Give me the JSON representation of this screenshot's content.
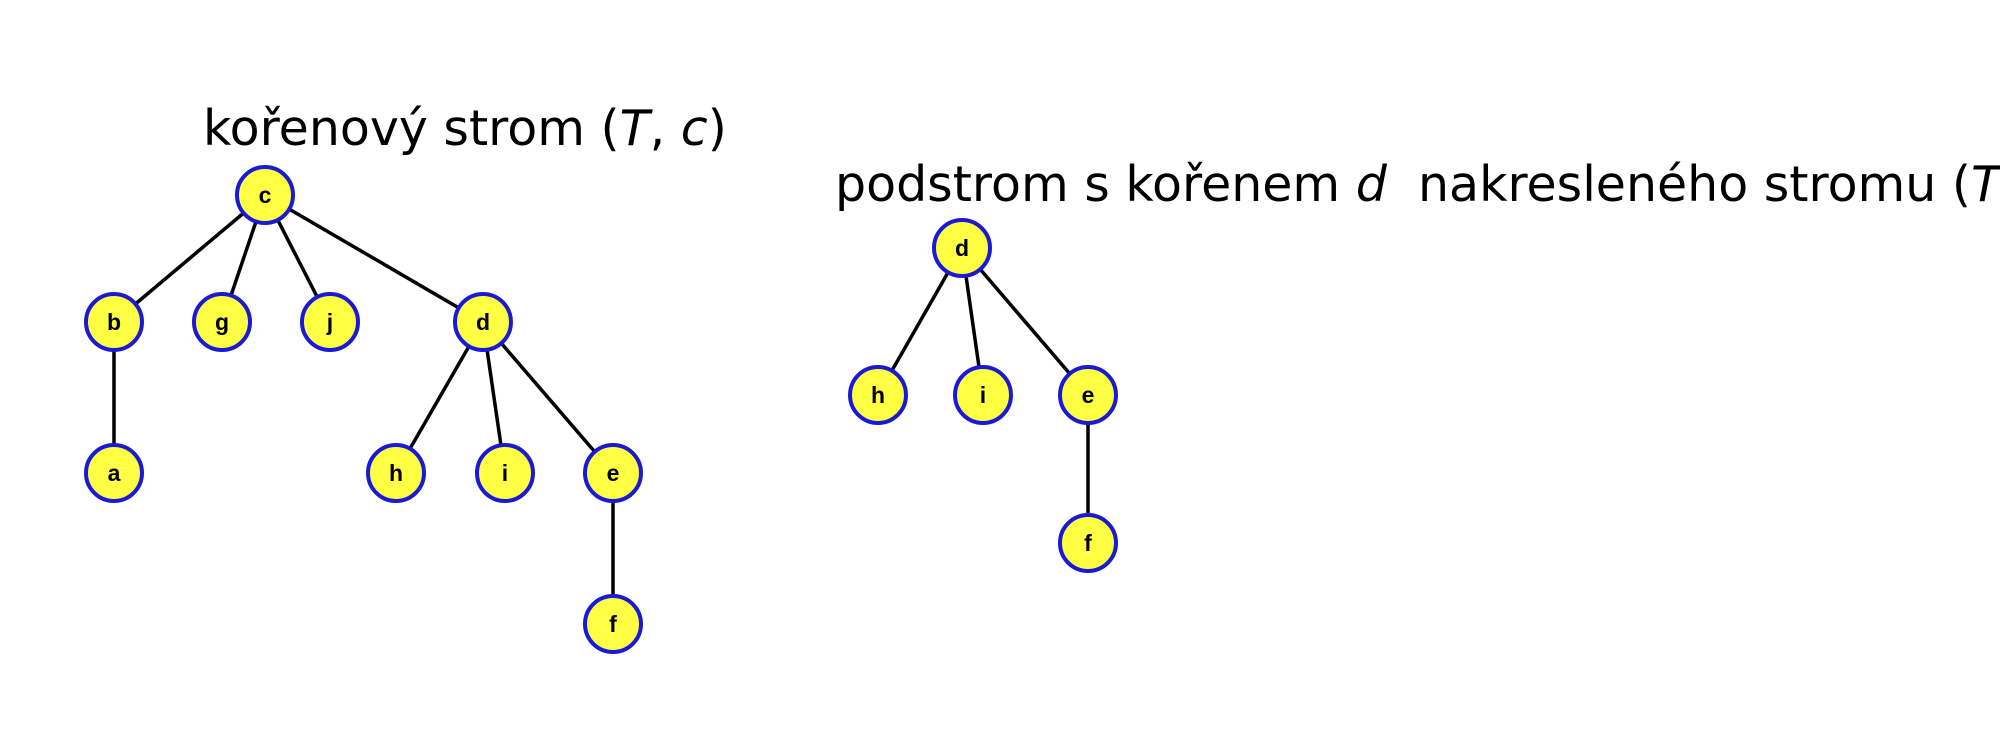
{
  "left_tree": {
    "title_prefix": "kořenový strom (",
    "title_var1": "T",
    "title_sep": ", ",
    "title_var2": "c",
    "title_suffix": ")",
    "nodes": {
      "c": "c",
      "b": "b",
      "g": "g",
      "j": "j",
      "d": "d",
      "a": "a",
      "h": "h",
      "i": "i",
      "e": "e",
      "f": "f"
    }
  },
  "right_tree": {
    "title_prefix": "podstrom s kořenem ",
    "title_var0": "d",
    "title_mid": "  nakresleného stromu (",
    "title_var1": "T",
    "title_sep": ", ",
    "title_var2": "c",
    "title_suffix": ")",
    "nodes": {
      "d": "d",
      "h": "h",
      "i": "i",
      "e": "e",
      "f": "f"
    }
  },
  "colors": {
    "node_fill": "#ffff44",
    "node_border": "#1a1ad6",
    "edge": "#000000"
  }
}
